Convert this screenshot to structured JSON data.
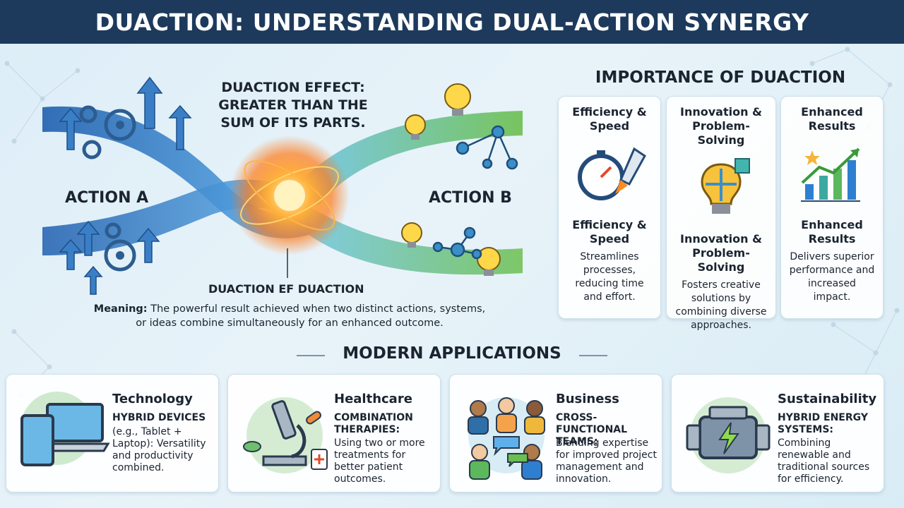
{
  "header": {
    "title": "DUACTION: UNDERSTANDING DUAL-ACTION SYNERGY"
  },
  "diagram": {
    "action_a": "ACTION A",
    "action_b": "ACTION B",
    "effect": "DUACTION EFFECT: GREATER THAN THE SUM OF ITS PARTS.",
    "caption": "DUACTION EF DUACTION",
    "meaning_label": "Meaning:",
    "meaning_text": " The powerful result achieved when two distinct actions, systems, or ideas combine simultaneously for an enhanced outcome."
  },
  "importance": {
    "title": "IMPORTANCE OF DUACTION",
    "cards": [
      {
        "heading": "Efficiency & Speed",
        "subheading": "Efficiency & Speed",
        "desc": "Streamlines processes, reducing time and effort.",
        "icon": "stopwatch-rocket-icon"
      },
      {
        "heading": "Innovation & Problem-Solving",
        "subheading": "Innovation & Problem-Solving",
        "desc": "Fosters creative solutions by combining diverse approaches.",
        "icon": "lightbulb-puzzle-icon"
      },
      {
        "heading": "Enhanced Results",
        "subheading": "Enhanced Results",
        "desc": "Delivers superior performance and increased impact.",
        "icon": "growth-chart-icon"
      }
    ]
  },
  "applications": {
    "title": "MODERN APPLICATIONS",
    "cards": [
      {
        "title": "Technology",
        "subtitle": "HYBRID DEVICES",
        "desc": "(e.g., Tablet + Laptop): Versatility and productivity combined.",
        "icon": "tablet-laptop-icon"
      },
      {
        "title": "Healthcare",
        "subtitle": "COMBINATION THERAPIES:",
        "desc": "Using two or more treatments for better patient outcomes.",
        "icon": "microscope-icon"
      },
      {
        "title": "Business",
        "subtitle": "CROSS-FUNCTIONAL TEAMS:",
        "desc": "Blending expertise for improved project management and innovation.",
        "icon": "team-icon"
      },
      {
        "title": "Sustainability",
        "subtitle": "HYBRID ENERGY SYSTEMS:",
        "desc": "Combining renewable and traditional sources for efficiency.",
        "icon": "hybrid-engine-icon"
      }
    ]
  },
  "colors": {
    "header_bg": "#1d3a5c",
    "blue_stream": "#2f7fd0",
    "green_stream": "#5cb85c",
    "core": "#ff8a1e"
  }
}
